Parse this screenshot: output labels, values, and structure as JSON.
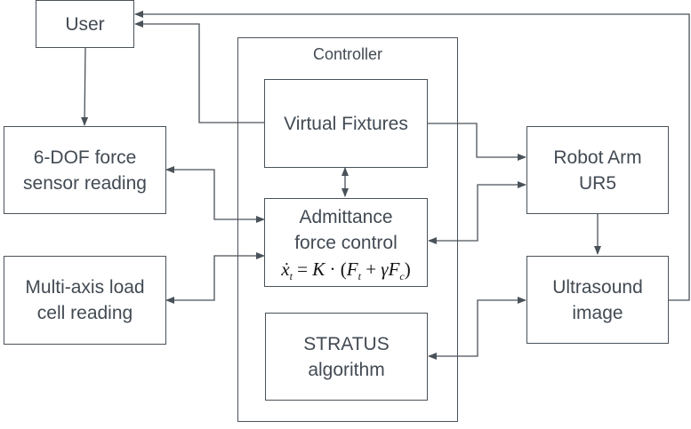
{
  "diagram": {
    "container": {
      "title": "Controller"
    },
    "nodes": {
      "user": {
        "lines": [
          "User"
        ]
      },
      "force_sensor": {
        "lines": [
          "6-DOF force",
          "sensor reading"
        ]
      },
      "load_cell": {
        "lines": [
          "Multi-axis load",
          "cell reading"
        ]
      },
      "virtual_fixtures": {
        "lines": [
          "Virtual Fixtures"
        ]
      },
      "admittance": {
        "lines": [
          "Admittance",
          "force control"
        ],
        "formula": {
          "lhs": "ẋ",
          "lhs_sub": "t",
          "eq": " = ",
          "k": "K",
          "dot": " · (",
          "f1": "F",
          "f1_sub": "t",
          "plus": " + ",
          "gamma": "γ",
          "f2": "F",
          "f2_sub": "c",
          "close": ")"
        }
      },
      "stratus": {
        "lines": [
          "STRATUS",
          "algorithm"
        ]
      },
      "robot_arm": {
        "lines": [
          "Robot Arm",
          "UR5"
        ]
      },
      "ultrasound": {
        "lines": [
          "Ultrasound",
          "image"
        ]
      }
    },
    "edges": [
      {
        "from": "user",
        "to": "force_sensor",
        "type": "one-way"
      },
      {
        "from": "virtual_fixtures",
        "to": "user",
        "type": "one-way"
      },
      {
        "from": "ultrasound",
        "to": "user",
        "type": "one-way"
      },
      {
        "from": "virtual_fixtures",
        "to": "robot_arm",
        "type": "one-way"
      },
      {
        "from": "virtual_fixtures",
        "to": "admittance",
        "type": "two-way"
      },
      {
        "from": "force_sensor",
        "to": "admittance",
        "type": "two-way"
      },
      {
        "from": "load_cell",
        "to": "admittance",
        "type": "two-way"
      },
      {
        "from": "robot_arm",
        "to": "admittance",
        "type": "two-way"
      },
      {
        "from": "robot_arm",
        "to": "ultrasound",
        "type": "one-way"
      },
      {
        "from": "ultrasound",
        "to": "stratus",
        "type": "two-way"
      }
    ],
    "colors": {
      "line": "#4a5259",
      "text": "#424a53"
    }
  }
}
